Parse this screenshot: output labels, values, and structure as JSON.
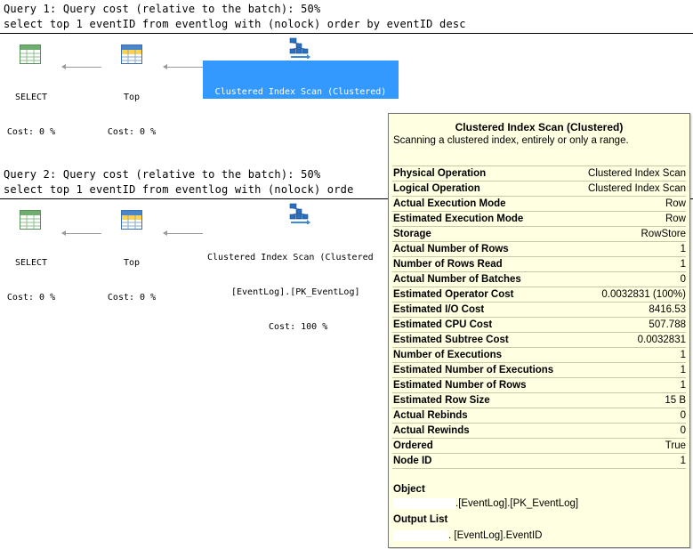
{
  "queries": [
    {
      "header": "Query 1: Query cost (relative to the batch): 50%",
      "sql": "select top 1 eventID from eventlog with (nolock) order by eventID desc",
      "ops": {
        "select": {
          "name": "SELECT",
          "cost": "Cost: 0 %"
        },
        "top": {
          "name": "Top",
          "cost": "Cost: 0 %"
        },
        "scan": {
          "name": "Clustered Index Scan (Clustered)",
          "object": "[EventLog].[PK_EventLog]",
          "cost": "Cost: 100 %",
          "selected": true
        }
      }
    },
    {
      "header": "Query 2: Query cost (relative to the batch): 50%",
      "sql": "select top 1 eventID from eventlog with (nolock) orde",
      "ops": {
        "select": {
          "name": "SELECT",
          "cost": "Cost: 0 %"
        },
        "top": {
          "name": "Top",
          "cost": "Cost: 0 %"
        },
        "scan": {
          "name": "Clustered Index Scan (Clustered",
          "object": "[EventLog].[PK_EventLog]",
          "cost": "Cost: 100 %",
          "selected": false
        }
      }
    }
  ],
  "tooltip": {
    "title": "Clustered Index Scan (Clustered)",
    "description": "Scanning a clustered index, entirely or only a range.",
    "properties": [
      {
        "key": "Physical Operation",
        "value": "Clustered Index Scan"
      },
      {
        "key": "Logical Operation",
        "value": "Clustered Index Scan"
      },
      {
        "key": "Actual Execution Mode",
        "value": "Row"
      },
      {
        "key": "Estimated Execution Mode",
        "value": "Row"
      },
      {
        "key": "Storage",
        "value": "RowStore"
      },
      {
        "key": "Actual Number of Rows",
        "value": "1"
      },
      {
        "key": "Number of Rows Read",
        "value": "1"
      },
      {
        "key": "Actual Number of Batches",
        "value": "0"
      },
      {
        "key": "Estimated Operator Cost",
        "value": "0.0032831 (100%)"
      },
      {
        "key": "Estimated I/O Cost",
        "value": "8416.53"
      },
      {
        "key": "Estimated CPU Cost",
        "value": "507.788"
      },
      {
        "key": "Estimated Subtree Cost",
        "value": "0.0032831"
      },
      {
        "key": "Number of Executions",
        "value": "1"
      },
      {
        "key": "Estimated Number of Executions",
        "value": "1"
      },
      {
        "key": "Estimated Number of Rows",
        "value": "1"
      },
      {
        "key": "Estimated Row Size",
        "value": "15 B"
      },
      {
        "key": "Actual Rebinds",
        "value": "0"
      },
      {
        "key": "Actual Rewinds",
        "value": "0"
      },
      {
        "key": "Ordered",
        "value": "True"
      },
      {
        "key": "Node ID",
        "value": "1"
      }
    ],
    "object_label": "Object",
    "object_value": ".[EventLog].[PK_EventLog]",
    "output_label": "Output List",
    "output_value": ". [EventLog].EventID"
  },
  "colors": {
    "selection": "#3399ff",
    "tooltip_bg": "#ffffe1",
    "arrow": "#9a9a9a"
  },
  "icons": [
    "select-icon",
    "top-icon",
    "clustered-index-scan-icon"
  ]
}
